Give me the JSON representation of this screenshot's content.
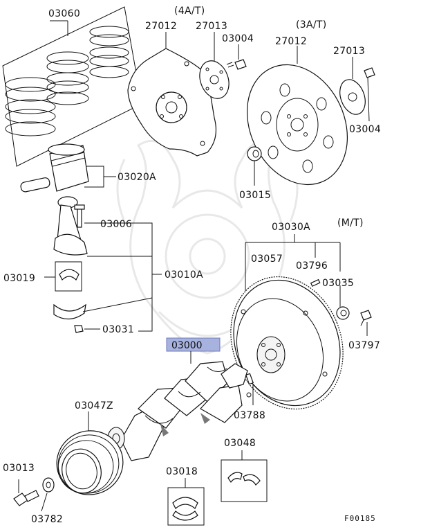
{
  "diagram": {
    "callouts": {
      "rings": "03060",
      "variant_4at": "(4A/T)",
      "plate_4at": "27012",
      "shim_4at": "27013",
      "bolt_4at": "03004",
      "variant_3at": "(3A/T)",
      "drive_plate_3at": "27012",
      "shim_3at": "27013",
      "bolt_3at": "03004",
      "piston": "03020A",
      "bushing": "03015",
      "conrod_bolt": "03006",
      "flywheel_assy": "03030A",
      "variant_mt": "(M/T)",
      "flywheel": "03057",
      "ring_gear": "03796",
      "pin": "03035",
      "bearing_upper": "03019",
      "conrod_assy": "03010A",
      "bearing_lower_bush": "03797",
      "nut": "03031",
      "crankshaft": "03000",
      "damper": "03047Z",
      "dowel": "03788",
      "thrust_washer": "03048",
      "pulley_bolt": "03013",
      "main_bearing": "03018",
      "washer": "03782",
      "figure_code": "F00185"
    },
    "highlight_color": "#a7b2de",
    "watermark": "samurai-helmet-logo"
  }
}
